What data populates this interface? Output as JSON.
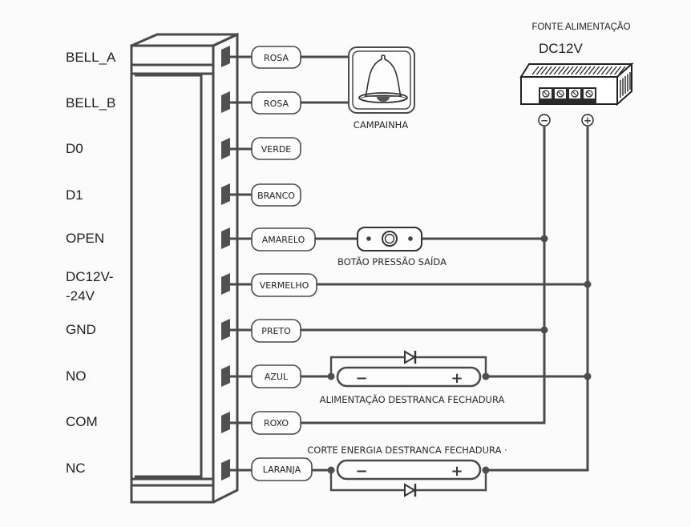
{
  "terminals": [
    {
      "label": "BELL_A",
      "wire": "ROSA"
    },
    {
      "label": "BELL_B",
      "wire": "ROSA"
    },
    {
      "label": "D0",
      "wire": "VERDE"
    },
    {
      "label": "D1",
      "wire": "BRANCO"
    },
    {
      "label": "OPEN",
      "wire": "AMARELO"
    },
    {
      "label_line1": "DC12V-",
      "label_line2": "-24V",
      "wire": "VERMELHO"
    },
    {
      "label": "GND",
      "wire": "PRETO"
    },
    {
      "label": "NO",
      "wire": "AZUL"
    },
    {
      "label": "COM",
      "wire": "ROXO"
    },
    {
      "label": "NC",
      "wire": "LARANJA"
    }
  ],
  "doorbell": {
    "caption": "CAMPAINHA",
    "icon": "bell-icon"
  },
  "exit_button": {
    "caption": "BOTÃO PRESSÃO SAÍDA",
    "icon": "push-button-icon"
  },
  "power_supply": {
    "title": "FONTE ALIMENTAÇÃO",
    "voltage": "DC12V",
    "negative_symbol": "−",
    "positive_symbol": "+",
    "icon": "power-supply-icon"
  },
  "lock_no": {
    "caption": "ALIMENTAÇÃO DESTRANCA FECHADURA",
    "minus": "−",
    "plus": "+",
    "icon": "lock-diode-icon"
  },
  "lock_nc": {
    "caption": "CORTE ENERGIA DESTRANCA FECHADURA ·",
    "minus": "−",
    "plus": "+",
    "icon": "lock-diode-icon"
  },
  "colors": {
    "line": "#4a4a4a",
    "background": "#fbfbfb",
    "pin": "#505050"
  }
}
